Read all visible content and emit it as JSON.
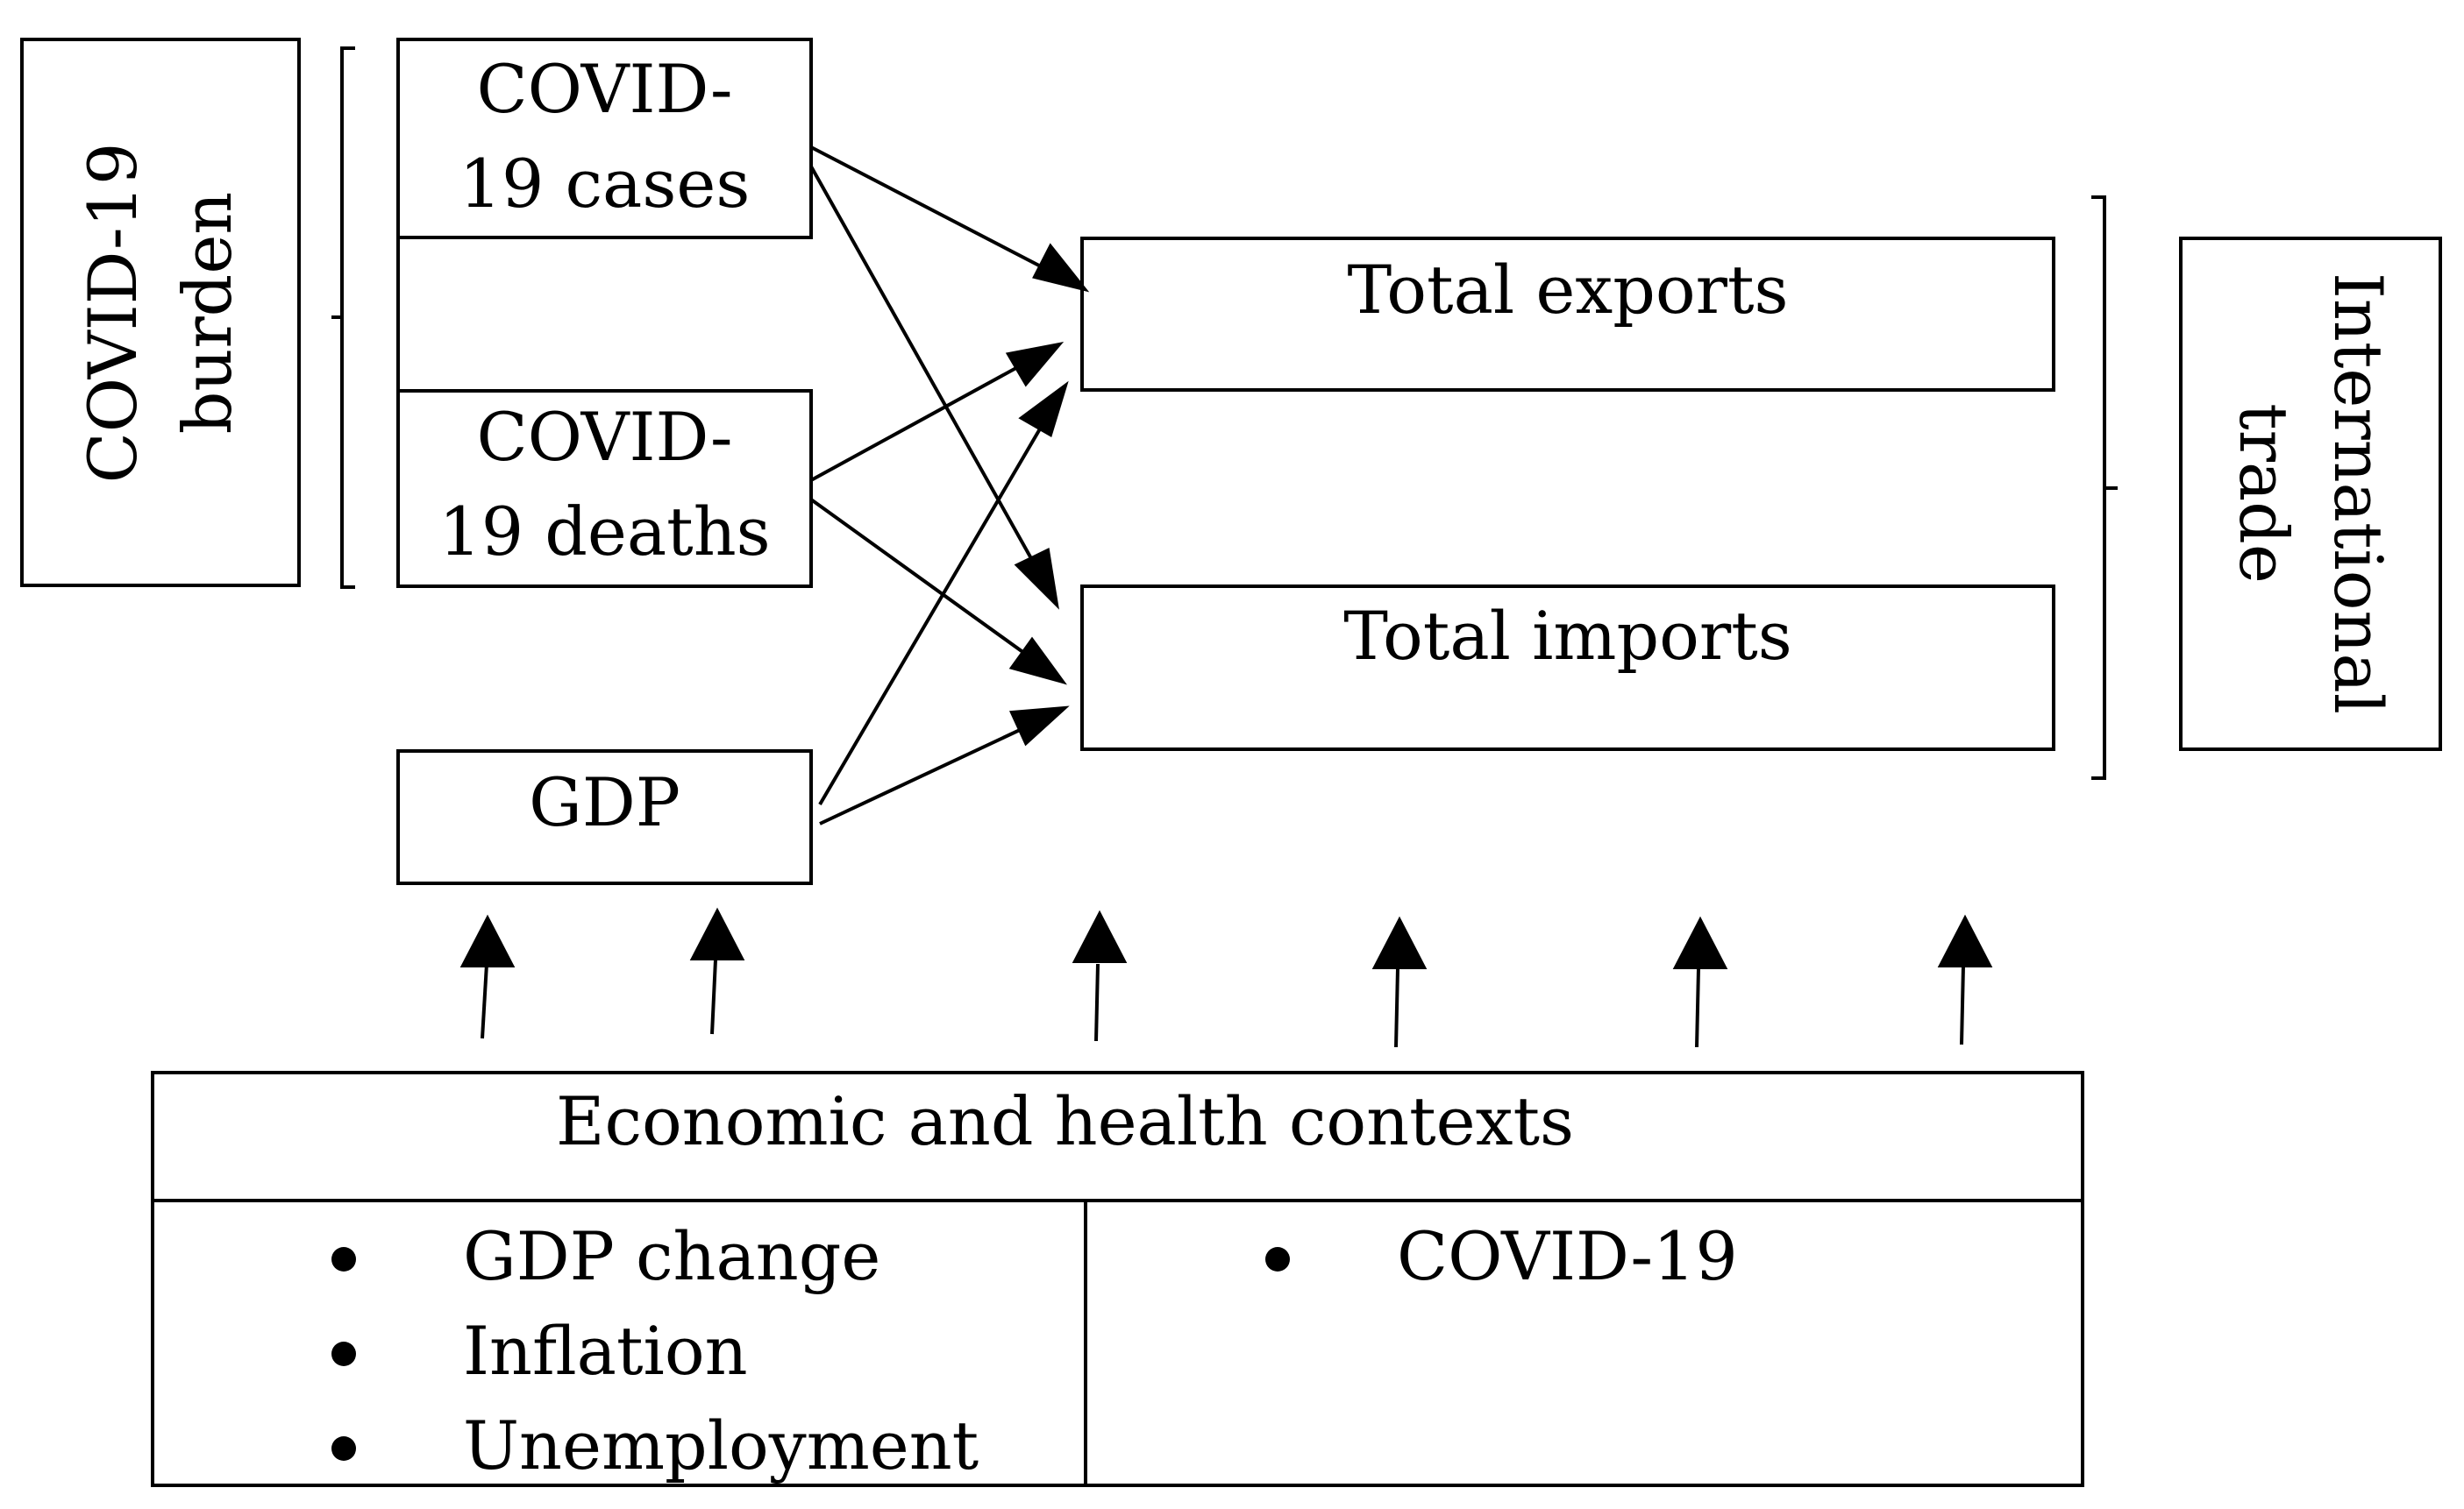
{
  "left_group": {
    "label_lines": [
      "COVID-19",
      "burden"
    ]
  },
  "right_group": {
    "label_lines": [
      "International",
      "trade"
    ]
  },
  "nodes": {
    "covid_cases": {
      "lines": [
        "COVID-",
        "19 cases"
      ]
    },
    "covid_deaths": {
      "lines": [
        "COVID-",
        "19 deaths"
      ]
    },
    "gdp": {
      "lines": [
        "GDP"
      ]
    },
    "total_exports": {
      "lines": [
        "Total exports"
      ]
    },
    "total_imports": {
      "lines": [
        "Total imports"
      ]
    }
  },
  "context": {
    "title": "Economic and health contexts",
    "economic_items": [
      "GDP change",
      "Inflation",
      "Unemployment"
    ],
    "health_items": [
      "COVID-19"
    ]
  },
  "colors": {
    "line": "#000000",
    "background": "#ffffff"
  }
}
